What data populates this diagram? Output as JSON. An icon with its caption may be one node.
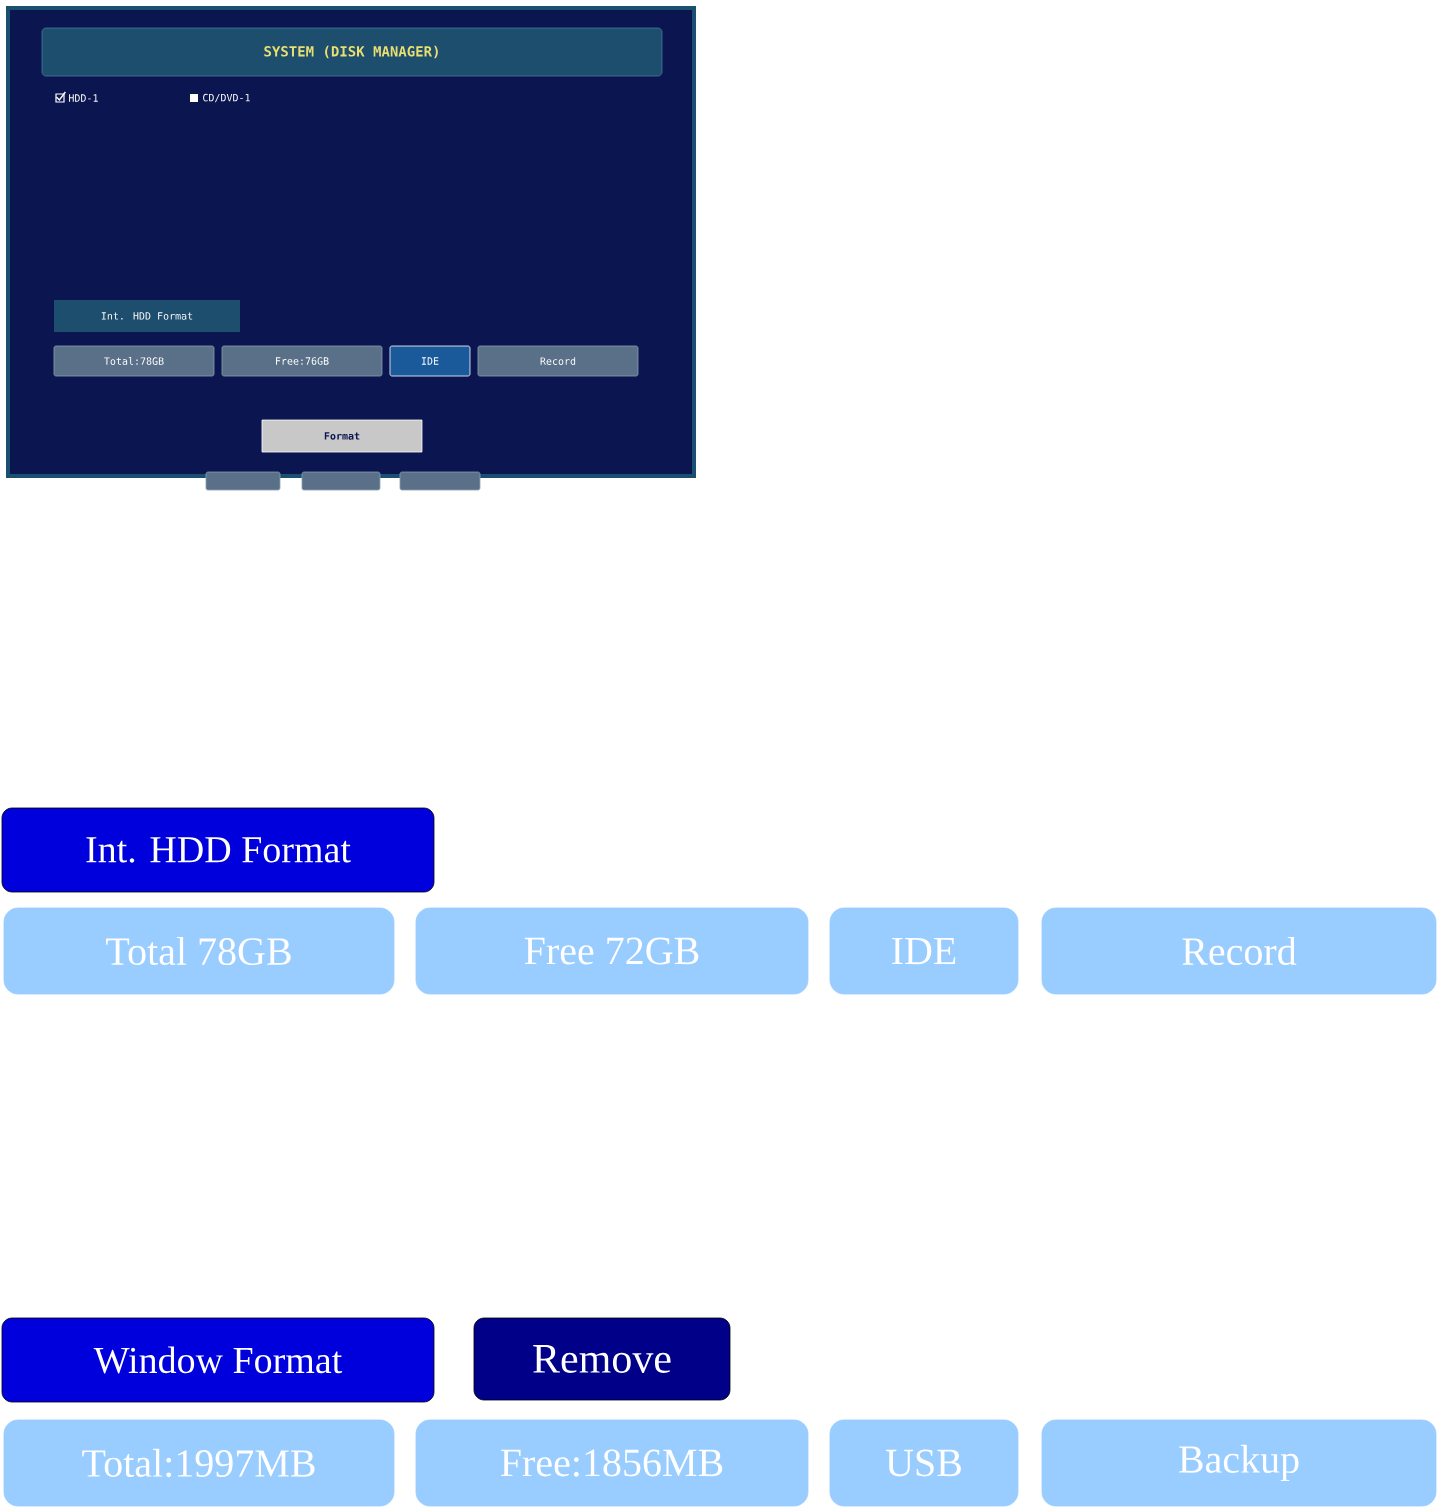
{
  "diagram": {
    "nodes": [
      {
        "text": [],
        "shape": "box"
      },
      {
        "text": [
          "SYSTEM (DISK MANAGER)"
        ],
        "in": 0
      },
      {
        "text": [
          "Int. HDD Format"
        ],
        "in": 0
      },
      {
        "text": [
          "Total:78GB"
        ],
        "in": 0
      },
      {
        "text": [
          "Free:76GB"
        ],
        "in": 0
      },
      {
        "text": [
          "IDE"
        ],
        "in": 0
      },
      {
        "text": [
          "Record"
        ],
        "in": 0
      },
      {
        "text": [
          "Format"
        ],
        "in": 0
      },
      {
        "text": [],
        "shape": "box"
      },
      {
        "text": [],
        "shape": "box"
      },
      {
        "text": [],
        "shape": "box"
      },
      {
        "text": [
          "Int. HDD Format"
        ]
      },
      {
        "text": [
          "Total 78GB"
        ]
      },
      {
        "text": [
          "Free 72GB"
        ]
      },
      {
        "text": [
          "IDE"
        ]
      },
      {
        "text": [
          "Record"
        ]
      },
      {
        "text": [
          "Window Format"
        ]
      },
      {
        "text": [
          "Remove"
        ]
      },
      {
        "text": [
          "Total:1997MB"
        ]
      },
      {
        "text": [
          "Free:1856MB"
        ]
      },
      {
        "text": [
          "USB"
        ]
      },
      {
        "text": [
          "Backup"
        ]
      }
    ],
    "labels": [
      "HDD-1",
      "CD/DVD-1"
    ]
  }
}
